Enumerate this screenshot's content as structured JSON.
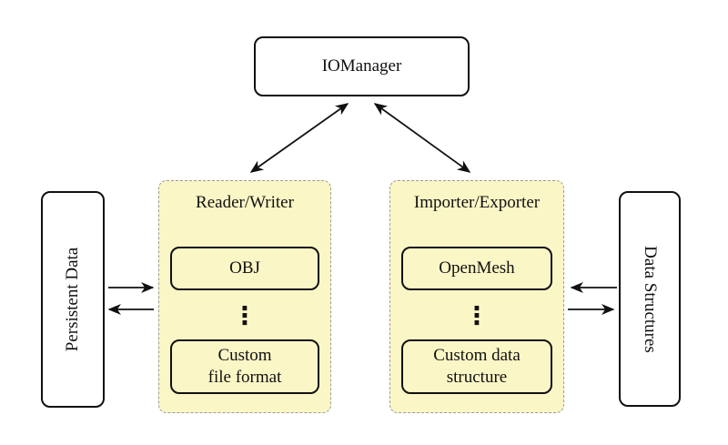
{
  "nodes": {
    "io_manager": "IOManager",
    "persistent_data": "Persistent Data",
    "data_structures": "Data Structures"
  },
  "groups": {
    "reader_writer": {
      "title": "Reader/Writer",
      "items": [
        "OBJ",
        "Custom\nfile format"
      ],
      "dots": "⋮"
    },
    "importer_exporter": {
      "title": "Importer/Exporter",
      "items": [
        "OpenMesh",
        "Custom data\nstructure"
      ],
      "dots": "⋮"
    }
  },
  "colors": {
    "group_fill": "#FBF6C6",
    "group_border": "#9C9C9C",
    "node_fill": "#FFFFFF",
    "stroke": "#111111"
  }
}
